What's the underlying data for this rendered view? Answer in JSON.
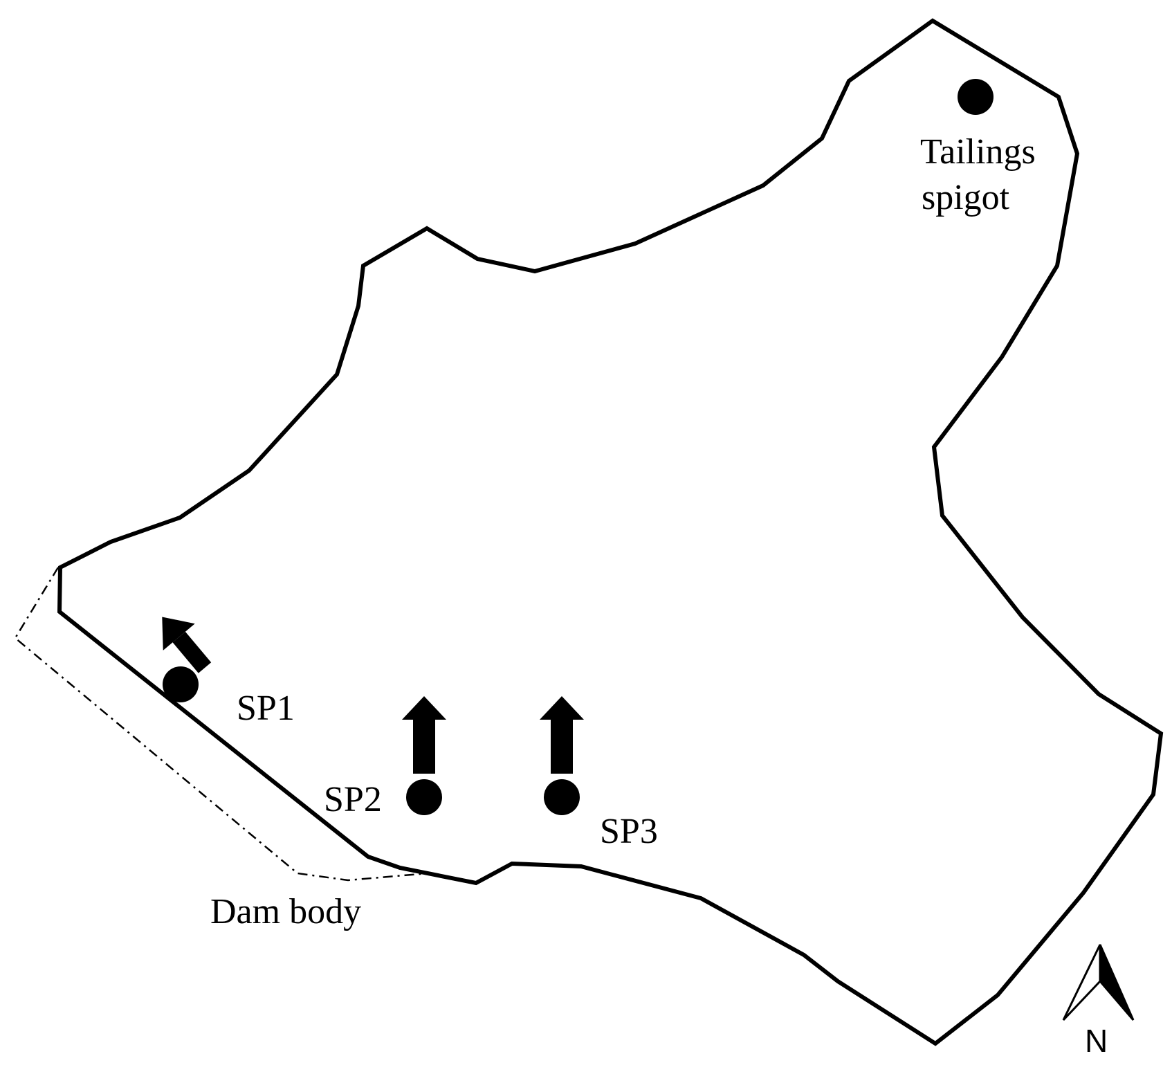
{
  "map": {
    "colors": {
      "line": "#000000",
      "background": "#ffffff"
    },
    "labels": {
      "tailings_line1": "Tailings",
      "tailings_line2": "spigot",
      "sp1": "SP1",
      "sp2": "SP2",
      "sp3": "SP3",
      "dam_body": "Dam body",
      "north": "N"
    },
    "icons": {
      "arrow": "arrow-icon",
      "point": "point-marker",
      "north": "north-arrow-icon"
    }
  }
}
